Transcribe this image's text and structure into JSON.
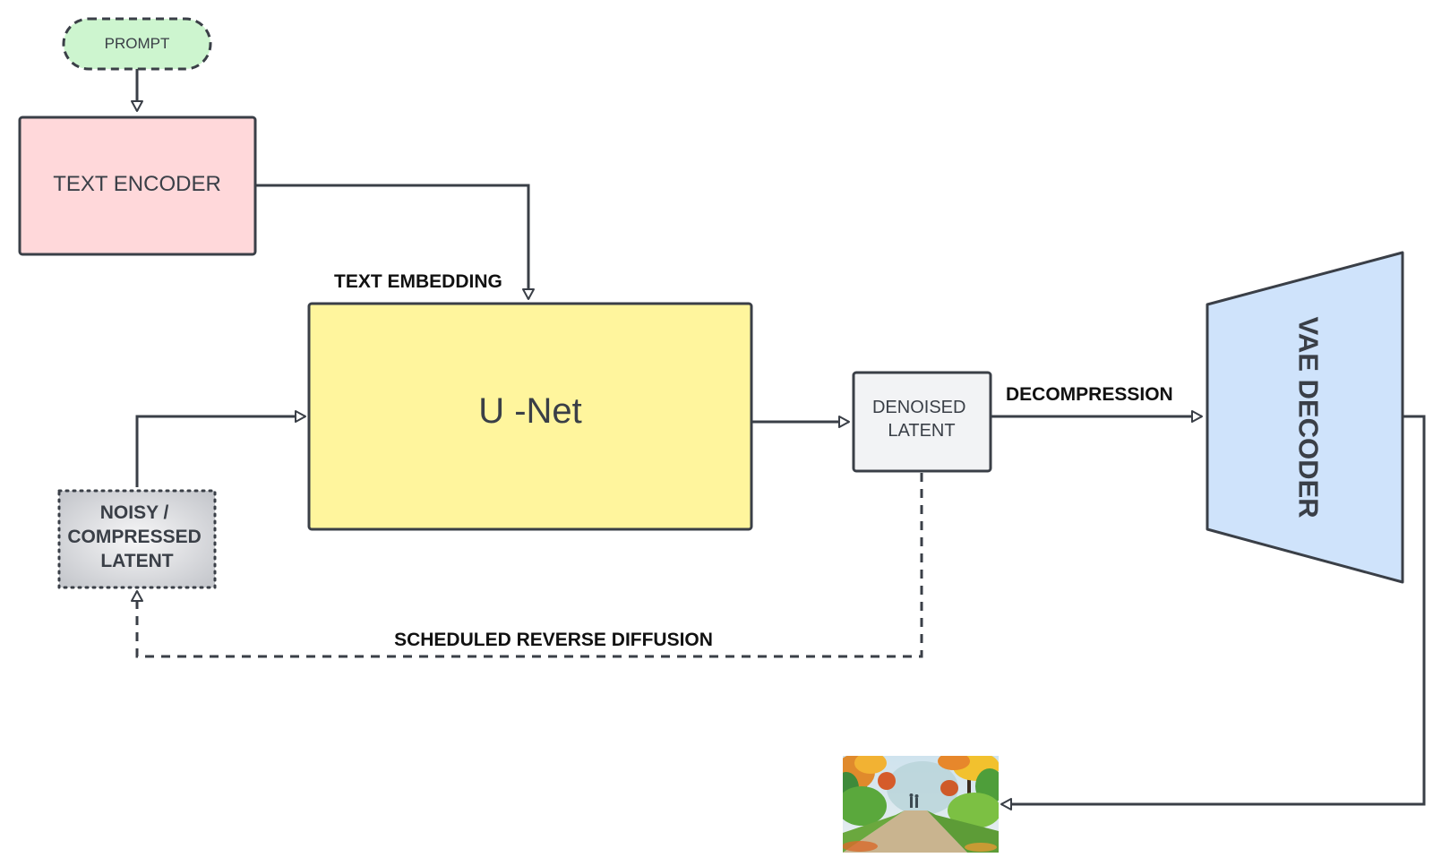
{
  "nodes": {
    "prompt": {
      "label": "PROMPT"
    },
    "text_encoder": {
      "label": "TEXT ENCODER"
    },
    "unet": {
      "label": "U -Net"
    },
    "noisy_latent": {
      "lines": [
        "NOISY  /",
        "COMPRESSED",
        "LATENT"
      ]
    },
    "denoised_latent": {
      "lines": [
        "DENOISED",
        "LATENT"
      ]
    },
    "vae_decoder": {
      "label": "VAE DECODER"
    }
  },
  "edges": {
    "text_embedding": {
      "label": "TEXT EMBEDDING"
    },
    "decompression": {
      "label": "DECOMPRESSION"
    },
    "scheduled_reverse_diffusion": {
      "label": "SCHEDULED REVERSE DIFFUSION"
    }
  },
  "colors": {
    "stroke": "#3a3f47",
    "prompt_fill": "#cdf5cf",
    "text_encoder_fill": "#ffd8da",
    "unet_fill": "#fff59d",
    "noisy_fill": "#d8dadf",
    "denoised_fill": "#f2f3f5",
    "vae_fill": "#cfe3fb"
  },
  "output_image": {
    "icon": "painted-forest-path-image"
  }
}
